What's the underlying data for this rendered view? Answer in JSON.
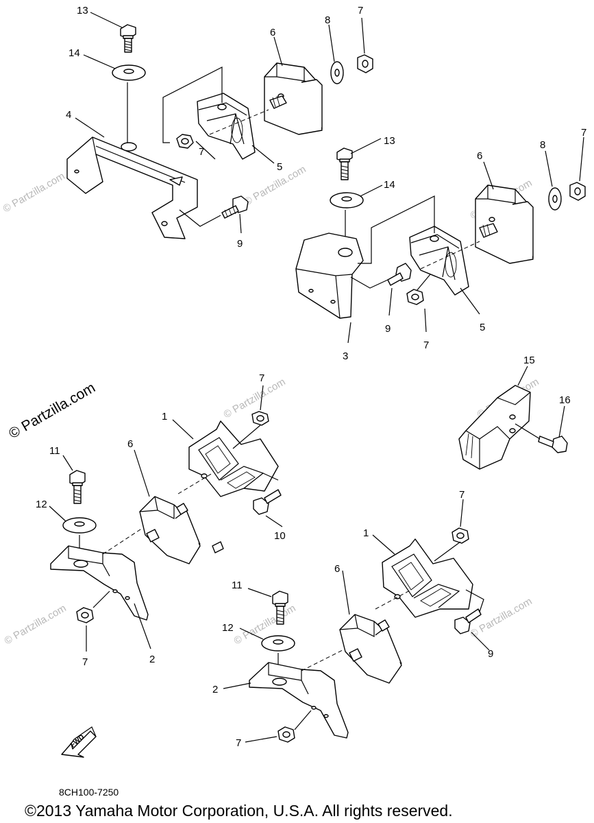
{
  "diagram": {
    "callouts": {
      "c13a": "13",
      "c14a": "14",
      "c4": "4",
      "c6a": "6",
      "c8a": "8",
      "c7a": "7",
      "c7b": "7",
      "c5a": "5",
      "c9a": "9",
      "c13b": "13",
      "c14b": "14",
      "c6b": "6",
      "c8b": "8",
      "c7c": "7",
      "c3": "3",
      "c9b": "9",
      "c7d": "7",
      "c5b": "5",
      "c7e": "7",
      "c1a": "1",
      "c6c": "6",
      "c11a": "11",
      "c12a": "12",
      "c10": "10",
      "c7f": "7",
      "c2a": "2",
      "c15": "15",
      "c16": "16",
      "c7g": "7",
      "c1b": "1",
      "c6d": "6",
      "c11b": "11",
      "c12b": "12",
      "c9c": "9",
      "c2b": "2",
      "c7h": "7"
    },
    "fwd_label": "FWD",
    "diagram_code": "8CH100-7250",
    "watermark": "© Partzilla.com",
    "watermark_faint": "© Partzilla.com",
    "copyright": "©2013  Yamaha Motor Corporation, U.S.A. All rights reserved."
  }
}
